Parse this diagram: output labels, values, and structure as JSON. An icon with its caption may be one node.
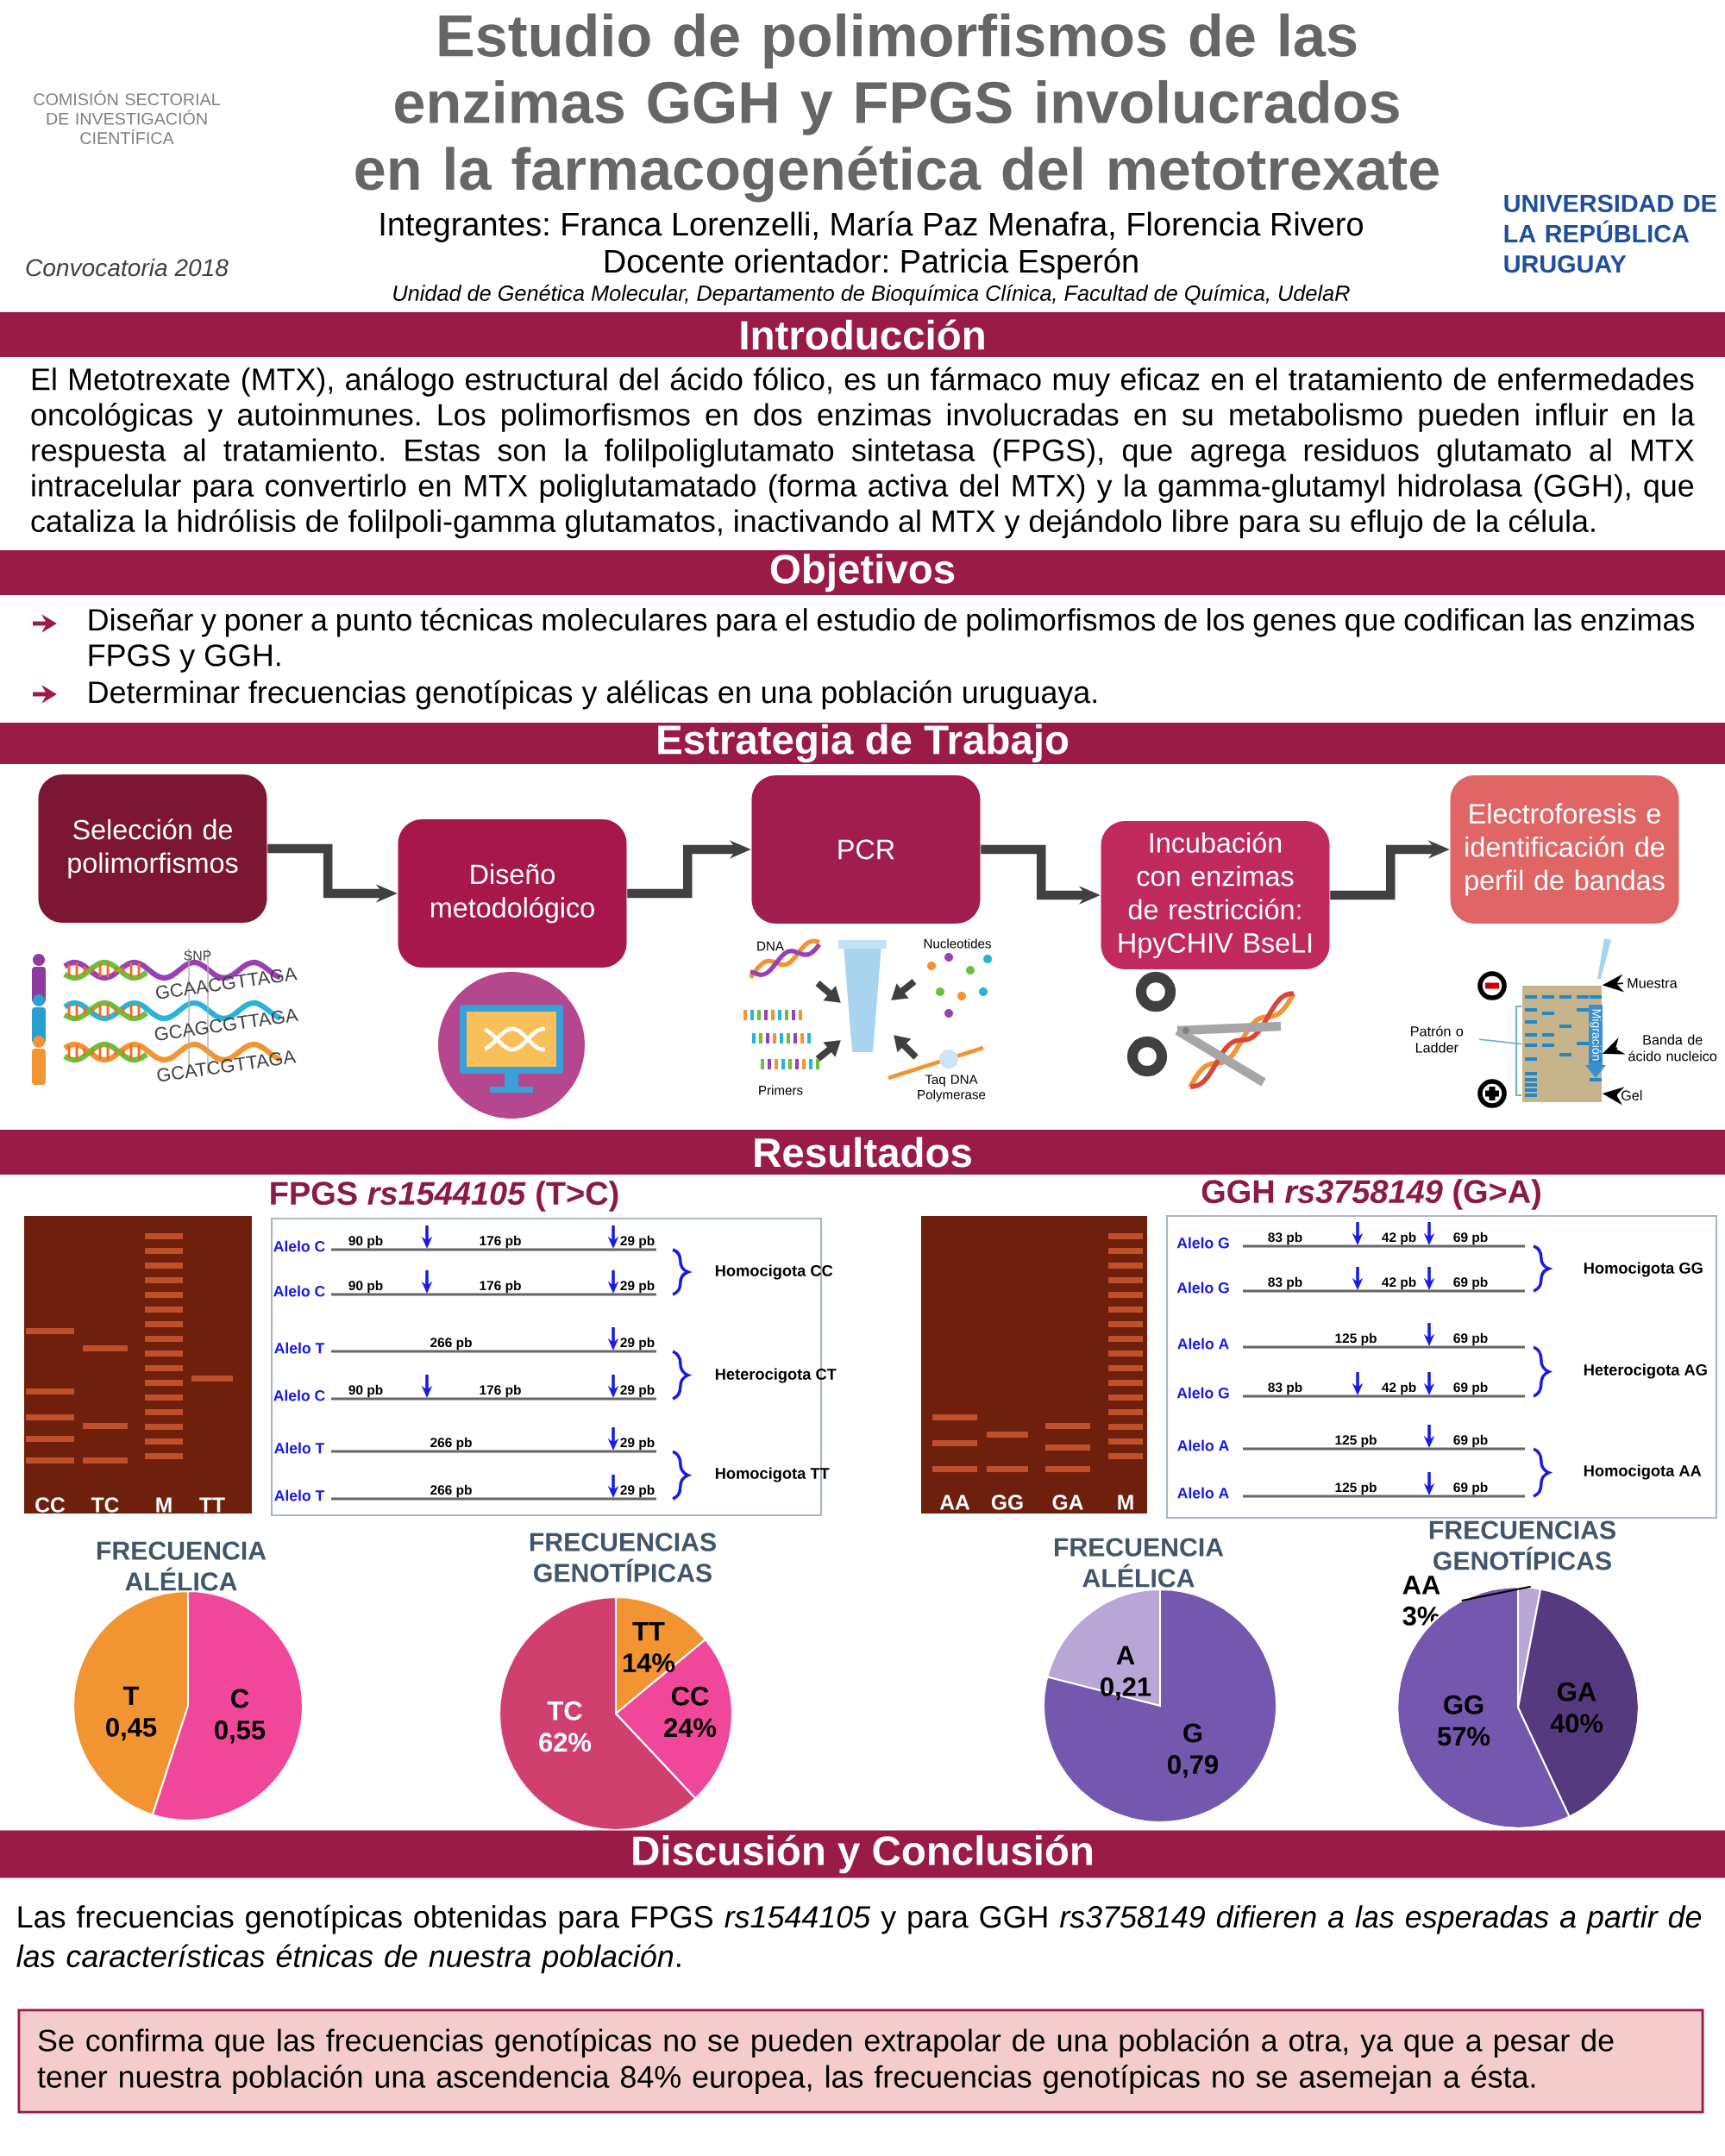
{
  "diagram": {
    "title": "Estudio de polimorfismos de las enzimas GGH y FPGS involucrados en la farmacogenética del metotrexate",
    "nodes": [
      {
        "text": [
          "Introducción"
        ]
      },
      {
        "text": [
          "Objetivos"
        ]
      },
      {
        "text": [
          "Estrategia de Trabajo"
        ]
      },
      {
        "text": [
          "Selección de polimorfismos"
        ]
      },
      {
        "text": [
          "Diseño metodológico"
        ]
      },
      {
        "text": [
          "PCR"
        ]
      },
      {
        "text": [
          "Incubación con enzimas de restricción: HpyCHIV BseLI"
        ]
      },
      {
        "text": [
          "Electroforesis e identificación de perfil de bandas"
        ]
      },
      {
        "text": [
          "Muestra"
        ]
      },
      {
        "text": [
          "Patrón o Ladder"
        ]
      },
      {
        "text": [
          "Banda de ácido nucleico"
        ]
      },
      {
        "text": [
          "Gel"
        ]
      },
      {
        "text": [
          "Resultados"
        ]
      },
      {
        "text": [
          "AA 3%"
        ]
      },
      {
        "text": [
          "Discusión y Conclusión"
        ]
      },
      {
        "text": [
          "Se confirma que las frecuencias genotípicas no se pueden extrapolar de una población a otra, ya que a pesar de tener nuestra población una ascendencia 84% europea, las frecuencias genotípicas no se asemejan a ésta."
        ]
      },
      {
        "text": [],
        "shape": "box"
      },
      {
        "text": [],
        "shape": "circle"
      }
    ],
    "edges": [
      {
        "from": 3,
        "to": 4,
        "arrow": "to",
        "style": "thick"
      },
      {
        "from": 4,
        "to": 5,
        "arrow": "to",
        "style": "thick"
      },
      {
        "from": 5,
        "to": 6,
        "arrow": "to",
        "style": "thick"
      },
      {
        "from": 6,
        "to": 7,
        "arrow": "to",
        "style": "thick"
      },
      {
        "from": 8,
        "to": 16,
        "arrow": "to"
      },
      {
        "from": 9,
        "to": 16,
        "arrow": "none",
        "color": "#6fb0d8"
      },
      {
        "from": 10,
        "to": 16,
        "arrow": "to"
      },
      {
        "from": 11,
        "to": 16,
        "arrow": "to"
      },
      {
        "from": 13,
        "to": 17,
        "arrow": "none"
      }
    ],
    "labels": [
      "COMISIÓN SECTORIAL DE INVESTIGACIÓN CIENTÍFICA",
      "Convocatoria 2018",
      "Integrantes: Franca Lorenzelli, María Paz Menafra, Florencia Rivero",
      "Docente orientador: Patricia Esperón",
      "Unidad de Genética Molecular, Departamento de Bioquímica Clínica, Facultad de Química, UdelaR",
      "UNIVERSIDAD DE LA REPÚBLICA URUGUAY",
      "El Metotrexate (MTX), análogo estructural del ácido fólico, es un fármaco muy eficaz en el tratamiento de enfermedades oncológicas y autoinmunes. Los polimorfismos en dos enzimas involucradas en su metabolismo pueden influir en la respuesta al tratamiento. Estas son la folilpoliglutamato sintetasa (FPGS), que agrega residuos glutamato al MTX intracelular para convertirlo en MTX poliglutamatado (forma activa del MTX) y la gamma-glutamyl hidrolasa (GGH), que cataliza la hidrólisis de folilpoli-gamma glutamatos, inactivando al MTX y dejándolo libre para su eflujo de la célula.",
      "Diseñar y poner a punto técnicas moleculares para el estudio de polimorfismos de los genes que codifican las enzimas FPGS y GGH.",
      "Determinar frecuencias genotípicas y alélicas en una población uruguaya.",
      "SNP",
      "GCAACGTTAGA",
      "GCAGCGTTAGA",
      "GCATCGTTAGA",
      "DNA",
      "Nucleotides",
      "Primers",
      "Taq DNA Polymerase",
      "Migración",
      "FPGS *rs1544105* (T>C)",
      "CC",
      "TC",
      "M",
      "TT",
      "Alelo C",
      "90 pb",
      "176 pb",
      "29 pb",
      "Alelo C",
      "90 pb",
      "176 pb",
      "29 pb",
      "Homocigota CC",
      "Alelo T",
      "266 pb",
      "29 pb",
      "Alelo C",
      "90 pb",
      "176 pb",
      "29 pb",
      "Heterocigota CT",
      "Alelo T",
      "266 pb",
      "29 pb",
      "Alelo T",
      "266 pb",
      "29 pb",
      "Homocigota TT",
      "GGH *rs3758149* (G>A)",
      "AA",
      "GG",
      "GA",
      "M",
      "Alelo G",
      "83 pb",
      "42 pb",
      "69 pb",
      "Alelo G",
      "83 pb",
      "42 pb",
      "69 pb",
      "Homocigota GG",
      "Alelo A",
      "125 pb",
      "69 pb",
      "Alelo G",
      "83 pb",
      "42 pb",
      "69 pb",
      "Heterocigota AG",
      "Alelo A",
      "125 pb",
      "69 pb",
      "Alelo A",
      "125 pb",
      "69 pb",
      "Homocigota AA",
      "FRECUENCIA ALÉLICA",
      "T 0,45",
      "C 0,55",
      "FRECUENCIAS GENOTÍPICAS",
      "TT 14%",
      "TC 62%",
      "CC 24%",
      "FRECUENCIA ALÉLICA",
      "A 0,21",
      "G 0,79",
      "FRECUENCIAS GENOTÍPICAS",
      "GG 57%",
      "GA 40%",
      "Las frecuencias genotípicas obtenidas para FPGS *rs1544105* y para GGH *rs3758149 difieren a las esperadas a partir de las características étnicas de nuestra población*."
    ]
  }
}
